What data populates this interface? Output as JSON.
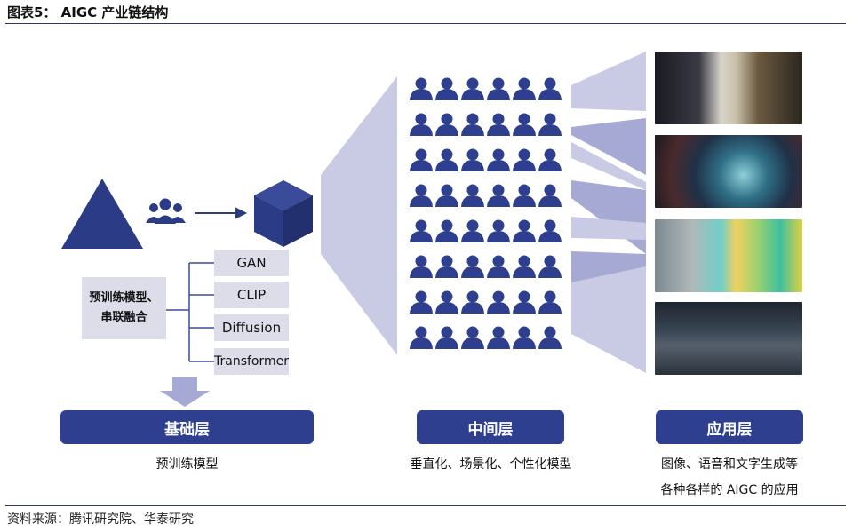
{
  "header": {
    "title": "图表5： AIGC 产业链结构"
  },
  "base": {
    "models": [
      "GAN",
      "CLIP",
      "Diffusion",
      "Transformer"
    ],
    "pretrain_line1": "预训练模型、",
    "pretrain_line2": "串联融合",
    "layer_label": "基础层",
    "caption": "预训练模型"
  },
  "middle": {
    "layer_label": "中间层",
    "caption": "垂直化、场景化、个性化模型"
  },
  "application": {
    "layer_label": "应用层",
    "caption_line1": "图像、语音和文字生成等",
    "caption_line2": "各种各样的 AIGC 的应用"
  },
  "footer": {
    "source": "资料来源：腾讯研究院、华泰研究"
  },
  "colors": {
    "navy": "#2e3f8f",
    "shape_blue": "#2b3b86",
    "light_lavender": "#c9cbe4",
    "mid_lavender": "#a6a9d4",
    "box_gray": "#dcdde8"
  }
}
